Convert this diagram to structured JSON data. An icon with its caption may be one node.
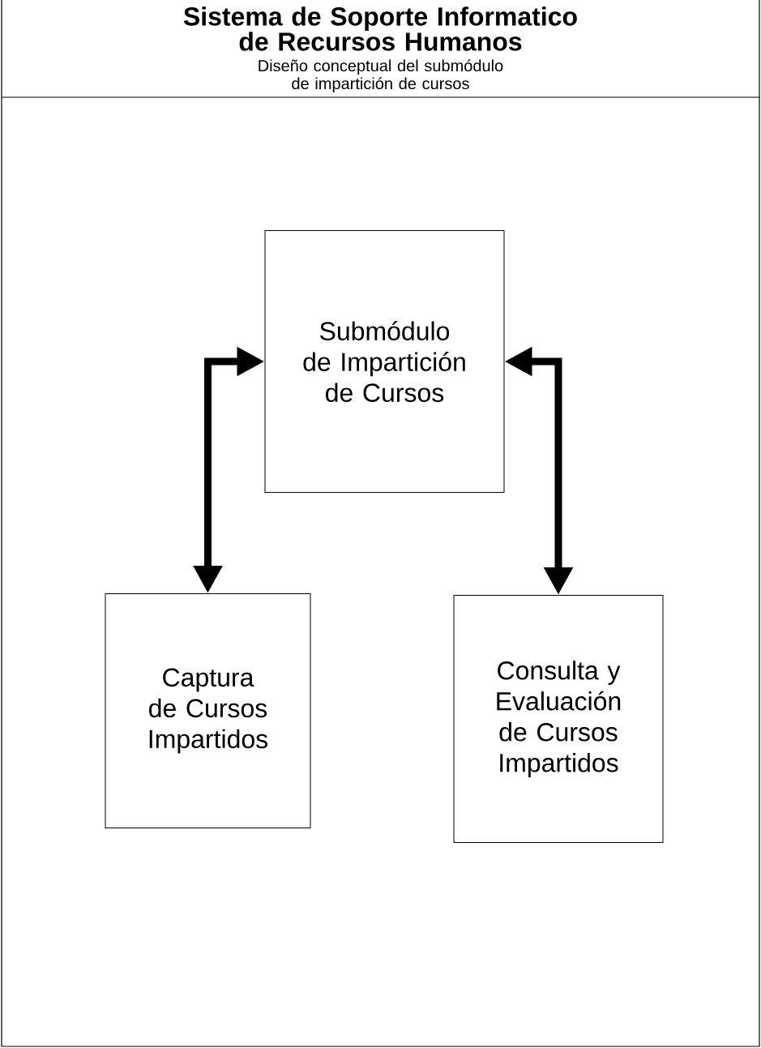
{
  "diagram": {
    "title": "Sistema de Soporte Informatico de Recursos Humanos",
    "nodes": [
      {
        "text": [
          "Submódulo de Impartición de Cursos"
        ]
      },
      {
        "text": [
          "Captura de Cursos Impartidos"
        ]
      },
      {
        "text": [
          "Consulta y Evaluación de Cursos Impartidos"
        ]
      }
    ],
    "edges": [
      {
        "from": 0,
        "to": 1,
        "arrow": "both"
      },
      {
        "from": 0,
        "to": 2,
        "arrow": "both"
      }
    ],
    "labels": [
      "Diseño conceptual del submódulo de impartición de cursos"
    ]
  }
}
